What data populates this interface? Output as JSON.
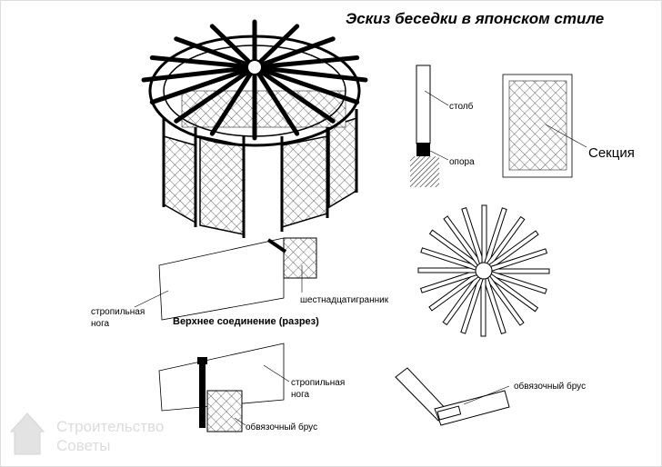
{
  "title": "Эскиз беседки в японском стиле",
  "labels": {
    "post": "столб",
    "support": "опора",
    "section": "Секция",
    "rafter_top_1": "стропильная",
    "rafter_top_2": "нога",
    "hexadecagon": "шестнадцатигранник",
    "top_joint_caption": "Верхнее соединение (разрез)",
    "rafter_bottom_1": "стропильная",
    "rafter_bottom_2": "нога",
    "beam_bottom": "обвязочный брус",
    "beam_corner": "обвязочный брус"
  },
  "watermark": {
    "line1": "Строительство",
    "line2": "Советы"
  },
  "colors": {
    "ink": "#000000",
    "watermark": "#d8d8d8"
  }
}
